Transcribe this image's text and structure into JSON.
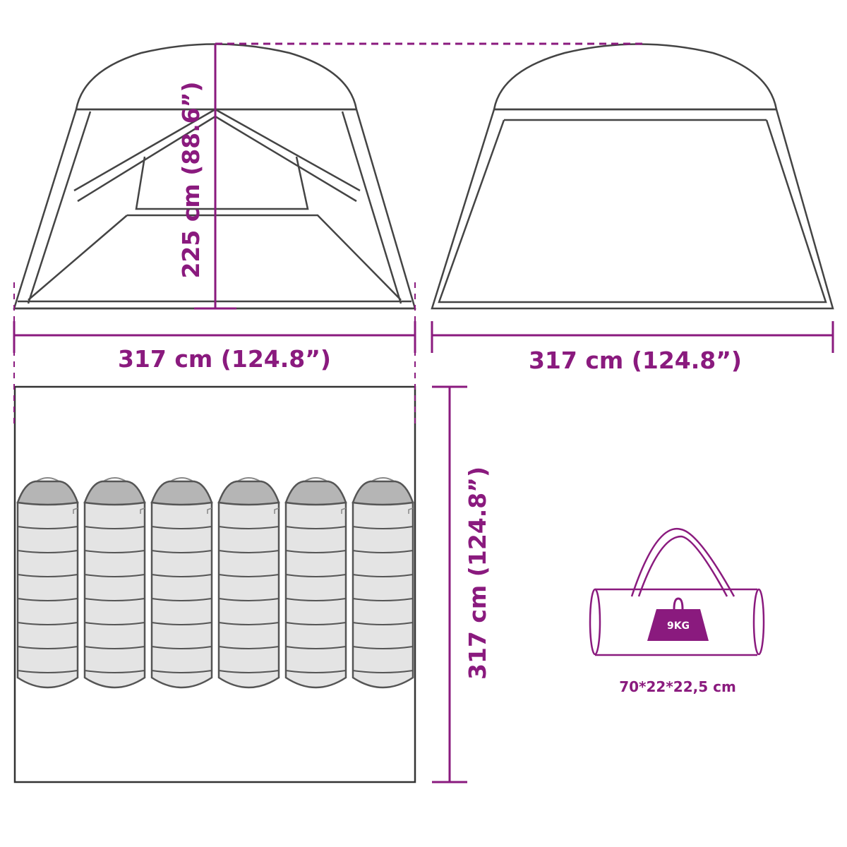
{
  "dimensions": {
    "height_label": "225 cm (88.6”)",
    "front_width_label": "317 cm (124.8”)",
    "side_width_label": "317 cm (124.8”)",
    "depth_label": "317 cm (124.8”)"
  },
  "bag": {
    "weight_label": "9KG",
    "size_label": "70*22*22,5 cm"
  },
  "sleeping_bag_count": 6,
  "colors": {
    "accent": "#8a1a7e",
    "outline": "#555555",
    "bag_fill": "#e4e4e4",
    "hood_fill": "#b5b5b5"
  }
}
